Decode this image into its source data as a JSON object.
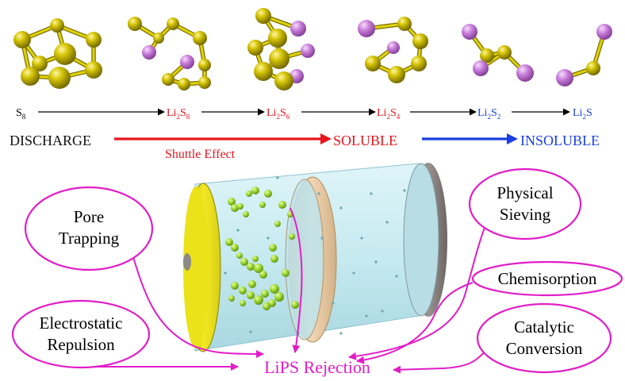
{
  "species": [
    {
      "base": "S",
      "sub": "8",
      "color": "#000000"
    },
    {
      "base": "Li",
      "sub": "2",
      "base2": "S",
      "sub2": "8",
      "color": "#e8141c"
    },
    {
      "base": "Li",
      "sub": "2",
      "base2": "S",
      "sub2": "6",
      "color": "#e8141c"
    },
    {
      "base": "Li",
      "sub": "2",
      "base2": "S",
      "sub2": "4",
      "color": "#e8141c"
    },
    {
      "base": "Li",
      "sub": "2",
      "base2": "S",
      "sub2": "2",
      "color": "#1a3fe0"
    },
    {
      "base": "Li",
      "sub": "2",
      "base2": "S",
      "sub2": "",
      "color": "#1a3fe0"
    }
  ],
  "discharge": {
    "label": "DISCHARGE",
    "shuttle": "Shuttle Effect",
    "soluble": "SOLUBLE",
    "insoluble": "INSOLUBLE"
  },
  "mechanisms": {
    "pore_trapping": [
      "Pore",
      "Trapping"
    ],
    "electrostatic": [
      "Electrostatic",
      "Repulsion"
    ],
    "physical_sieving": [
      "Physical",
      "Sieving"
    ],
    "chemisorption": [
      "Chemisorption"
    ],
    "catalytic": [
      "Catalytic",
      "Conversion"
    ]
  },
  "result": "LiPS Rejection",
  "colors": {
    "sulfur": "#c9b800",
    "lithium": "#c87ad8",
    "red": "#e8141c",
    "blue": "#1a3fe0",
    "magenta": "#e21cc8",
    "cylinder": "#cfeef4",
    "yellow_face": "#f2ea2a",
    "separator": "#e8c9a0",
    "particle": "#8ecf28"
  }
}
